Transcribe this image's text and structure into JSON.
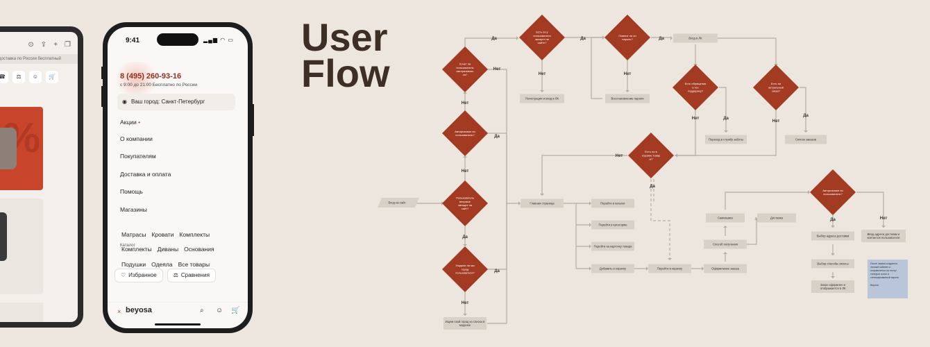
{
  "tablet": {
    "banner": "доставка по России бесплатный",
    "promo_text": "%"
  },
  "phone": {
    "time": "9:41",
    "indicators": "▂▄▆ ◠ ▭",
    "phone_number": "8 (495) 260-93-16",
    "hours": "с 9:00 до 21:00   Бесплатно по России",
    "city_label": "Ваш город: Санкт-Петербург",
    "nav": [
      "Акции",
      "О компании",
      "Покупателям",
      "Доставка и оплата",
      "Помощь",
      "Магазины"
    ],
    "promo_dot": "•",
    "catalog_label": "Каталог",
    "chips_row1": [
      "Матрасы",
      "Кровати",
      "Комплекты"
    ],
    "chips_row2": [
      "Комплекты",
      "Диваны",
      "Основания"
    ],
    "chips_row3": [
      "Подушки",
      "Одеяла",
      "Все товары"
    ],
    "favorites": "Избранное",
    "compare": "Сравнения",
    "brand": "beyosa",
    "close_symbol": "×"
  },
  "heading": {
    "line1": "User",
    "line2": "Flow"
  },
  "colors": {
    "diamond": "#a33a22",
    "box": "#d8d1c8",
    "edge": "#b5aca3",
    "note": "#b9c5d9"
  },
  "flow": {
    "nodes": [
      {
        "id": "start",
        "shape": "para",
        "label": "Вход на сайт"
      },
      {
        "id": "d_login_needed",
        "shape": "diamond",
        "label": "Хочет ли пользователь авторизовать ся?"
      },
      {
        "id": "d_auth",
        "shape": "diamond",
        "label": "Авторизован ли пользователь?"
      },
      {
        "id": "d_first_time",
        "shape": "diamond",
        "label": "Пользователь впервые заходит на сайт?"
      },
      {
        "id": "d_city",
        "shape": "diamond",
        "label": "Угадали ли мы город пользователя?"
      },
      {
        "id": "b_find_city",
        "shape": "box",
        "label": "Ищем свой город из списка в модалке"
      },
      {
        "id": "d_has_account",
        "shape": "diamond",
        "label": "Есть ли у пользователя аккаунт на сайте?"
      },
      {
        "id": "b_register",
        "shape": "box",
        "label": "Регистрация и вход в ЛК"
      },
      {
        "id": "d_remember",
        "shape": "diamond",
        "label": "Помнит ли он пароль?"
      },
      {
        "id": "b_restore",
        "shape": "box",
        "label": "Восстановление пароля"
      },
      {
        "id": "b_lk",
        "shape": "box",
        "label": "Вход в ЛК"
      },
      {
        "id": "d_appeals",
        "shape": "diamond",
        "label": "Есть обращения в тех поддержку?"
      },
      {
        "id": "d_orders",
        "shape": "diamond",
        "label": "Есть ли актуальный заказ?"
      },
      {
        "id": "b_support",
        "shape": "box",
        "label": "Переход в службу заботы"
      },
      {
        "id": "b_orders_list",
        "shape": "box",
        "label": "Список заказов"
      },
      {
        "id": "d_cart",
        "shape": "diamond",
        "label": "Есть ли в корзине товар ы?"
      },
      {
        "id": "b_main",
        "shape": "box",
        "label": "Главная страница"
      },
      {
        "id": "b_catalog",
        "shape": "box",
        "label": "Перейти в каталог"
      },
      {
        "id": "b_category",
        "shape": "box",
        "label": "Перейти в категорию"
      },
      {
        "id": "b_product",
        "shape": "box",
        "label": "Перейти на карточку товара"
      },
      {
        "id": "b_add_cart",
        "shape": "box",
        "label": "Добавить в корзину"
      },
      {
        "id": "b_goto_cart",
        "shape": "box",
        "label": "Перейти в корзину"
      },
      {
        "id": "b_checkout",
        "shape": "box",
        "label": "Оформление заказа"
      },
      {
        "id": "b_delivery_method",
        "shape": "box",
        "label": "Способ получения"
      },
      {
        "id": "b_pickup",
        "shape": "box",
        "label": "Самовывоз"
      },
      {
        "id": "b_delivery",
        "shape": "box",
        "label": "Доставка"
      },
      {
        "id": "d_auth2",
        "shape": "diamond",
        "label": "Авторизован ли пользователь?"
      },
      {
        "id": "b_address",
        "shape": "box",
        "label": "Выбор адреса доставки"
      },
      {
        "id": "b_enter_address",
        "shape": "box",
        "label": "Ввод адреса доставки и контактов пользователя"
      },
      {
        "id": "b_payment",
        "shape": "box",
        "label": "Выбор способа оплаты"
      },
      {
        "id": "b_order_done",
        "shape": "box",
        "label": "Заказ оформлен и отображается в ЛК"
      }
    ],
    "edge_labels": {
      "yes": "Да",
      "no": "Нет"
    },
    "note_text": "После заказа создается личный кабинет и отправляется на почту/ телефон логин и сгенерированный пароль",
    "note_sign": "Beyosa"
  }
}
